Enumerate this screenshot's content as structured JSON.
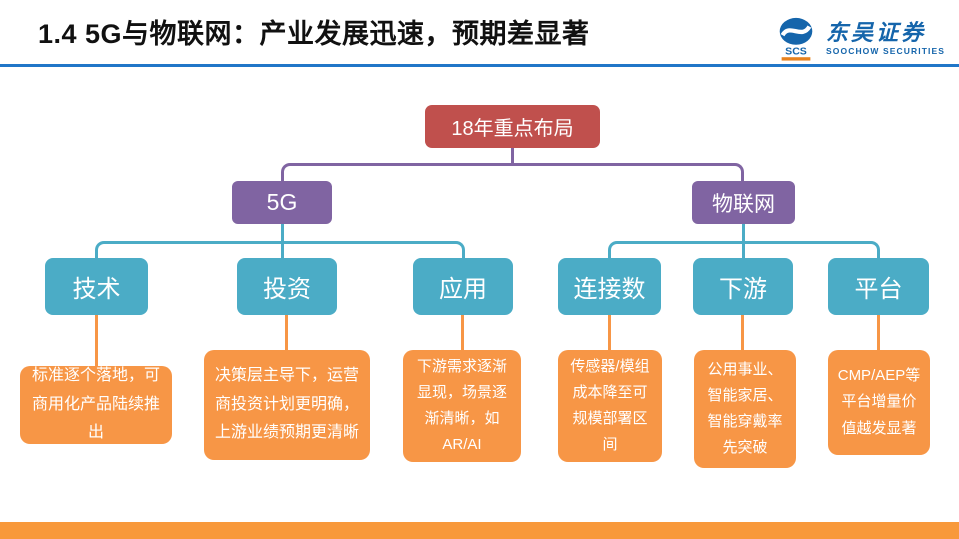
{
  "header": {
    "title": "1.4 5G与物联网：产业发展迅速，预期差显著",
    "logo": {
      "cn": "东吴证券",
      "en": "SOOCHOW SECURITIES",
      "icon_text": "SCS"
    }
  },
  "colors": {
    "title_text": "#111111",
    "header_line_blue": "#2076C8",
    "logo_blue": "#1565AB",
    "root_red": "#C0504D",
    "branch_purple": "#8064A2",
    "category_teal": "#4BACC6",
    "detail_orange": "#F79646",
    "footer_orange": "#F8993B"
  },
  "tree": {
    "root": {
      "label": "18年重点布局"
    },
    "branches": [
      {
        "label": "5G",
        "children": [
          {
            "label": "技术",
            "detail": "标准逐个落地，可商用化产品陆续推出"
          },
          {
            "label": "投资",
            "detail": "决策层主导下，运营商投资计划更明确，上游业绩预期更清晰"
          },
          {
            "label": "应用",
            "detail": "下游需求逐渐显现，场景逐渐清晰，如AR/AI"
          }
        ]
      },
      {
        "label": "物联网",
        "children": [
          {
            "label": "连接数",
            "detail": "传感器/模组成本降至可规模部署区间"
          },
          {
            "label": "下游",
            "detail": "公用事业、智能家居、智能穿戴率先突破"
          },
          {
            "label": "平台",
            "detail": "CMP/AEP等平台增量价值越发显著"
          }
        ]
      }
    ]
  }
}
